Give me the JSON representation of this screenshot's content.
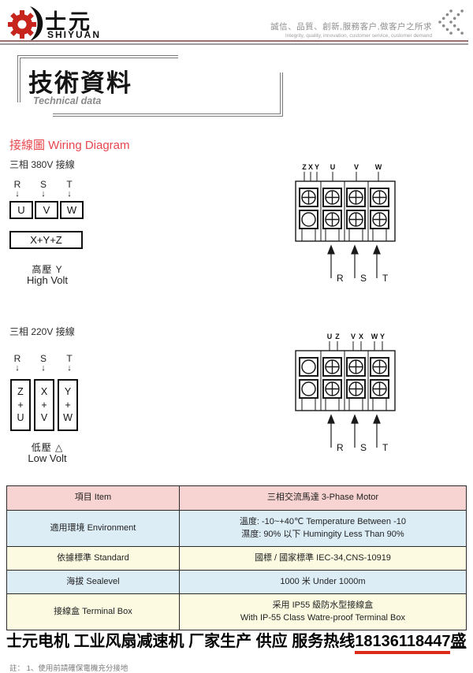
{
  "brand": {
    "name_cn": "士元",
    "name_en": "SHIYUAN",
    "slogan_cn": "誠信、品質、創新,服務客户,做客户之所求",
    "slogan_en": "Integrity, quality, innovation, customer service, customer demand"
  },
  "title": {
    "cn": "技術資料",
    "en": "Technical data"
  },
  "wiring": {
    "heading": "接線圖 Wiring Diagram",
    "v380": {
      "label": "三相 380V 接線",
      "phases": [
        "R",
        "S",
        "T"
      ],
      "terminals": [
        "U",
        "V",
        "W"
      ],
      "link_box": "X+Y+Z",
      "volt_cn": "高壓 Y",
      "volt_en": "High Volt",
      "block_top_labels": [
        "Z",
        "X",
        "Y",
        "U",
        "V",
        "W"
      ],
      "block_phases": [
        "R",
        "S",
        "T"
      ]
    },
    "v220": {
      "label": "三相 220V 接線",
      "phases": [
        "R",
        "S",
        "T"
      ],
      "boxes": [
        [
          "Z",
          "+",
          "U"
        ],
        [
          "X",
          "+",
          "V"
        ],
        [
          "Y",
          "+",
          "W"
        ]
      ],
      "volt_cn": "低壓 △",
      "volt_en": "Low Volt",
      "block_top_labels": [
        "U",
        "Z",
        "V",
        "X",
        "W",
        "Y"
      ],
      "block_phases": [
        "R",
        "S",
        "T"
      ]
    }
  },
  "table": {
    "header": [
      "項目 Item",
      "三相交流馬達 3-Phase Motor"
    ],
    "rows": [
      {
        "item": "適用環境 Environment",
        "lines": [
          "溫度: -10~+40℃ Temperature Between -10",
          "濕度: 90% 以下 Humingity Less Than 90%"
        ]
      },
      {
        "item": "依據標準 Standard",
        "lines": [
          "國標 / 國家標準 IEC-34,CNS-10919"
        ]
      },
      {
        "item": "海拔 Sealevel",
        "lines": [
          "1000 米 Under 1000m"
        ]
      },
      {
        "item": "接線盒 Terminal Box",
        "lines": [
          "采用 IP55 級防水型接線盒",
          "With IP-55 Class Watre-proof Terminal Box"
        ]
      }
    ]
  },
  "footer": {
    "headline_prefix": "士元电机 工业风扇减速机 厂家生产 供应 服务热线",
    "phone": "18136118447",
    "headline_suffix": "盛",
    "note": "註： 1、使用前請確保電機充分接地"
  },
  "colors": {
    "accent_red": "#e8474d",
    "underline_red": "#dd2b1a",
    "table_header_bg": "#f7d3d1",
    "table_blue_bg": "#dcedf6",
    "table_yellow_bg": "#fcfbe2"
  }
}
